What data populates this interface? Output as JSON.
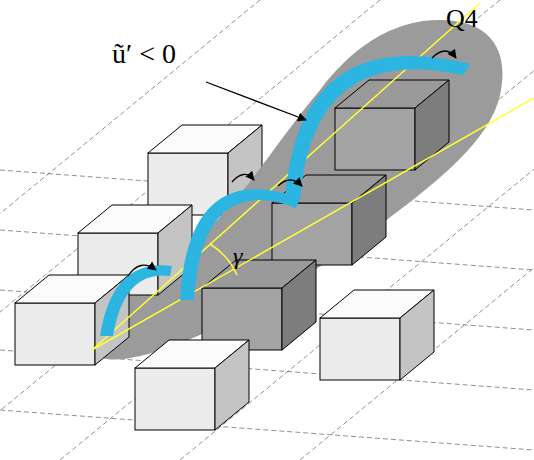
{
  "diagram": {
    "labels": [
      "ũ′ < 0",
      "Q4",
      "γ"
    ]
  }
}
